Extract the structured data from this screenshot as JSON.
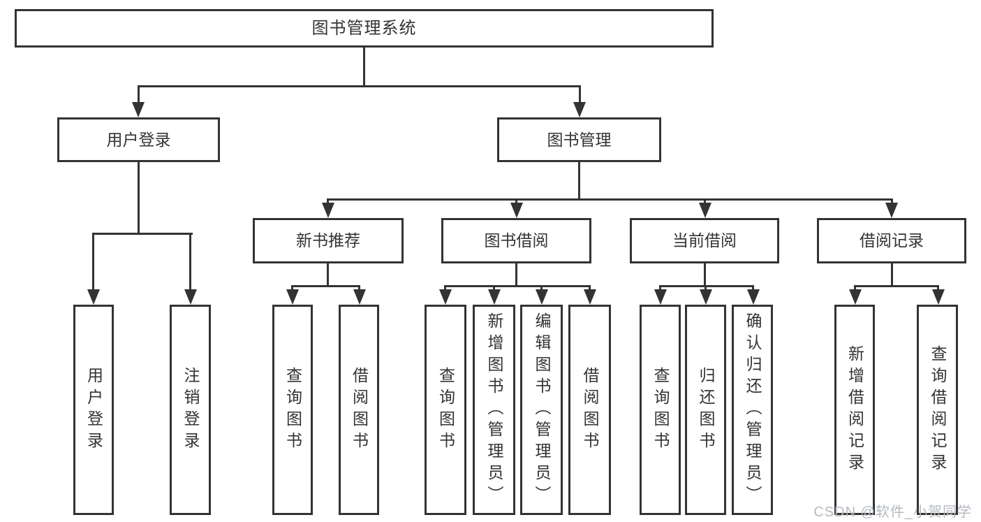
{
  "title": "图书管理系统",
  "tree": {
    "label": "图书管理系统",
    "children": [
      {
        "label": "用户登录",
        "children": [
          {
            "label": "用户登录"
          },
          {
            "label": "注销登录"
          }
        ]
      },
      {
        "label": "图书管理",
        "children": [
          {
            "label": "新书推荐",
            "children": [
              {
                "label": "查询图书"
              },
              {
                "label": "借阅图书"
              }
            ]
          },
          {
            "label": "图书借阅",
            "children": [
              {
                "label": "查询图书"
              },
              {
                "label": "新增图书（管理员）"
              },
              {
                "label": "编辑图书（管理员）"
              },
              {
                "label": "借阅图书"
              }
            ]
          },
          {
            "label": "当前借阅",
            "children": [
              {
                "label": "查询图书"
              },
              {
                "label": "归还图书"
              },
              {
                "label": "确认归还（管理员）"
              }
            ]
          },
          {
            "label": "借阅记录",
            "children": [
              {
                "label": "新增借阅记录"
              },
              {
                "label": "查询借阅记录"
              }
            ]
          }
        ]
      }
    ]
  },
  "watermark": "CSDN @软件_小贺同学",
  "colors": {
    "line": "#333333",
    "text": "#333333",
    "background": "#ffffff",
    "watermark": "#b5bac0"
  }
}
